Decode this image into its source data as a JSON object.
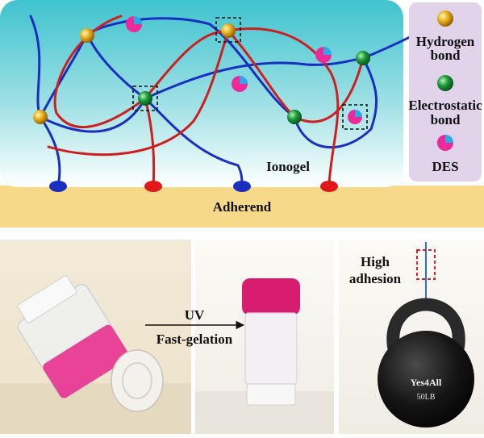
{
  "schematic": {
    "gel_label": "Ionogel",
    "adherend_label": "Adherend",
    "colors": {
      "gel_gradient_top": "#3fc3cf",
      "gel_gradient_bottom": "#ffffff",
      "adherend": "#f7d98a",
      "legend_bg": "#e0d3ea",
      "polymer_blue": "#1a2fc0",
      "polymer_red": "#cc1f1f",
      "hydrogen_bond": "#e8b020",
      "electrostatic_bond": "#1f9a3c",
      "des_pink": "#ee2a9a",
      "des_blue": "#2aa8e8"
    }
  },
  "legend": {
    "items": [
      {
        "icon": "hydrogen-bond-sphere",
        "label_lines": [
          "Hydrogen",
          "bond"
        ]
      },
      {
        "icon": "electrostatic-bond-sphere",
        "label_lines": [
          "Electrostatic",
          "bond"
        ]
      },
      {
        "icon": "des-pie",
        "label_lines": [
          "DES"
        ]
      }
    ]
  },
  "photos": {
    "transition_label_top": "UV",
    "transition_label_bottom": "Fast-gelation",
    "adhesion_label_lines": [
      "High",
      "adhesion"
    ],
    "kettlebell_brand": "Yes4All",
    "kettlebell_weight": "50LB"
  }
}
